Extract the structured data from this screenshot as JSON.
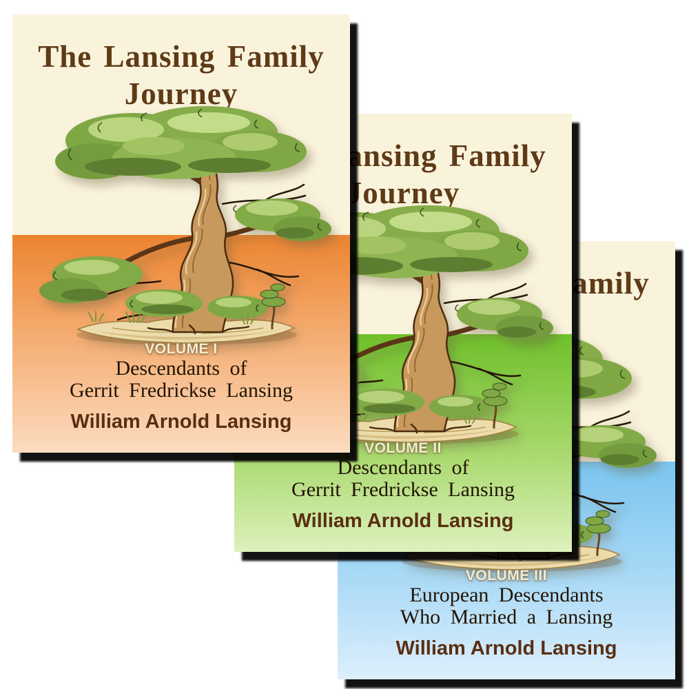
{
  "page": {
    "background_color": "#ffffff",
    "description_label": "Three-volume book cover set"
  },
  "series_title": {
    "line1": "The Lansing Family",
    "line2": "Journey",
    "color": "#5e3a17"
  },
  "author": {
    "name": "William Arnold Lansing",
    "color": "#5a2f12"
  },
  "shared": {
    "cover_background_color": "#faf3dc",
    "subtitle_color": "#221505",
    "volume_label_color": "#f3edd3",
    "shadow_color": "#000000",
    "tree_icon": "bonsai-pine-tree-illustration"
  },
  "covers": [
    {
      "volume_label": "VOLUME I",
      "subtitle_line1": "Descendants of",
      "subtitle_line2": "Gerrit Fredrickse Lansing",
      "band_top_color": "#ec8430",
      "band_mid_color": "#f6b47e",
      "band_bottom_color": "#fcdcc0"
    },
    {
      "volume_label": "VOLUME II",
      "subtitle_line1": "Descendants of",
      "subtitle_line2": "Gerrit Fredrickse Lansing",
      "band_top_color": "#6fc02a",
      "band_mid_color": "#a9d96e",
      "band_bottom_color": "#ddf1bd"
    },
    {
      "volume_label": "VOLUME III",
      "subtitle_line1": "European Descendants",
      "subtitle_line2": "Who Married a Lansing",
      "band_top_color": "#7ac5ef",
      "band_mid_color": "#abdaf6",
      "band_bottom_color": "#ddeffc"
    }
  ]
}
